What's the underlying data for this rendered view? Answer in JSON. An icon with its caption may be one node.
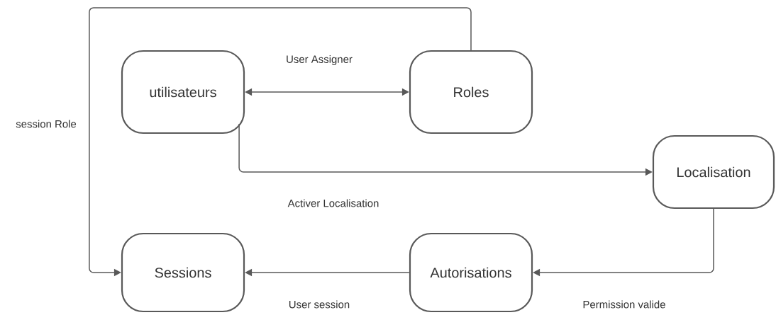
{
  "diagram": {
    "nodes": [
      {
        "text": [
          "utilisateurs"
        ]
      },
      {
        "text": [
          "Roles"
        ]
      },
      {
        "text": [
          "Localisation"
        ]
      },
      {
        "text": [
          "Autorisations"
        ]
      },
      {
        "text": [
          "Sessions"
        ]
      }
    ],
    "edges": [
      {
        "from": 0,
        "to": 1,
        "arrow": "both",
        "label": "User Assigner"
      },
      {
        "from": 0,
        "to": 2,
        "arrow": "to",
        "label": "Activer Localisation"
      },
      {
        "from": 2,
        "to": 3,
        "arrow": "to",
        "label": "Permission valide"
      },
      {
        "from": 3,
        "to": 4,
        "arrow": "to",
        "label": "User session"
      },
      {
        "from": 1,
        "to": 4,
        "arrow": "to",
        "label": "session Role"
      }
    ]
  }
}
